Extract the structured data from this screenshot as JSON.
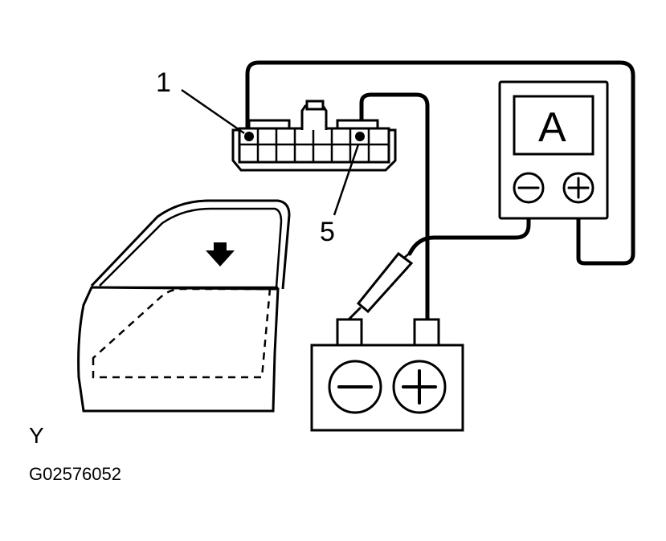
{
  "labels": {
    "terminal_1": "1",
    "terminal_5": "5",
    "view": "Y",
    "figure_code": "G02576052"
  },
  "ammeter": {
    "letter": "A"
  },
  "icons": {
    "meter_negative": "minus-circle",
    "meter_positive": "plus-circle",
    "battery_negative": "minus-circle",
    "battery_positive": "plus-circle",
    "window_direction": "down-arrow"
  }
}
